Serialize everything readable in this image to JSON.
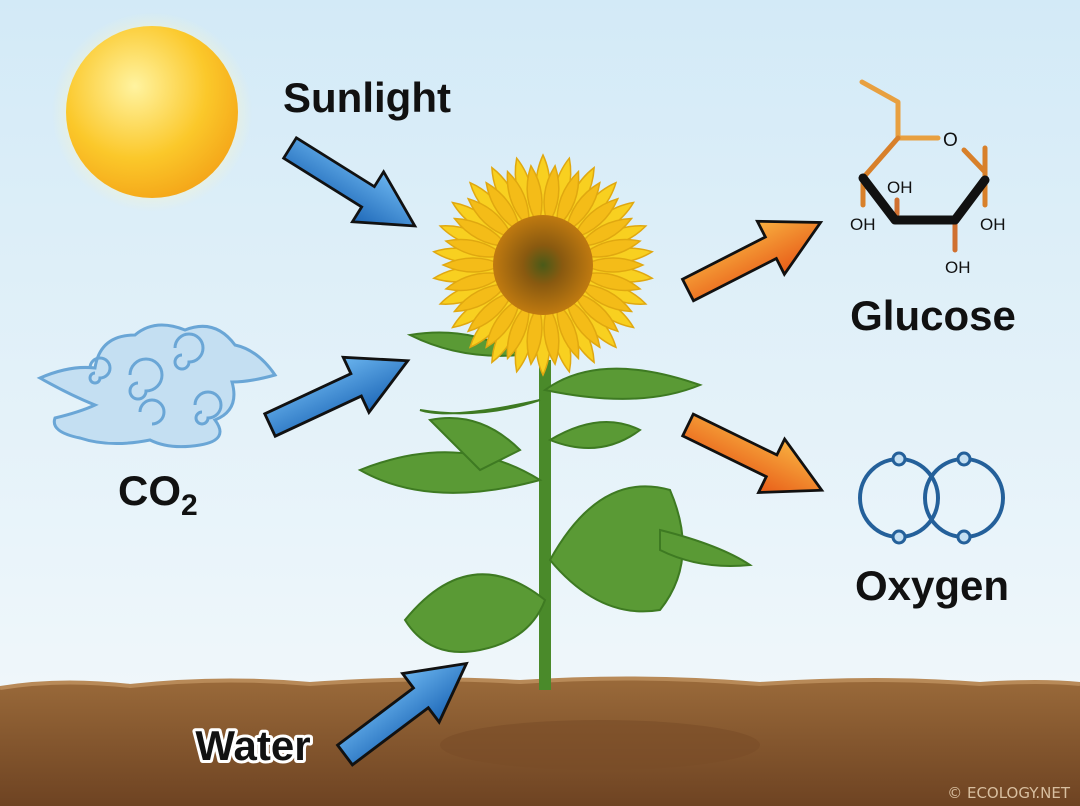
{
  "title": "",
  "inputs": [
    {
      "label": "Sunlight",
      "icon": "sun-icon"
    },
    {
      "label": "CO",
      "subscript": "2",
      "icon": "cloud-icon"
    },
    {
      "label": "Water",
      "icon": "soil-icon"
    }
  ],
  "outputs": [
    {
      "label": "Glucose",
      "icon": "glucose-molecule-icon"
    },
    {
      "label": "Oxygen",
      "icon": "oxygen-molecule-icon"
    }
  ],
  "molecule": {
    "oxygen_atom": "O",
    "hydroxyl": "OH"
  },
  "center": {
    "icon": "sunflower-plant"
  },
  "credit": "© ECOLOGY.NET",
  "colors": {
    "input_arrow": "#2f7fd0",
    "output_arrow": "#f07a20",
    "sky": "#dceef8",
    "soil": "#8a5a30",
    "sun": "#f8c020"
  }
}
